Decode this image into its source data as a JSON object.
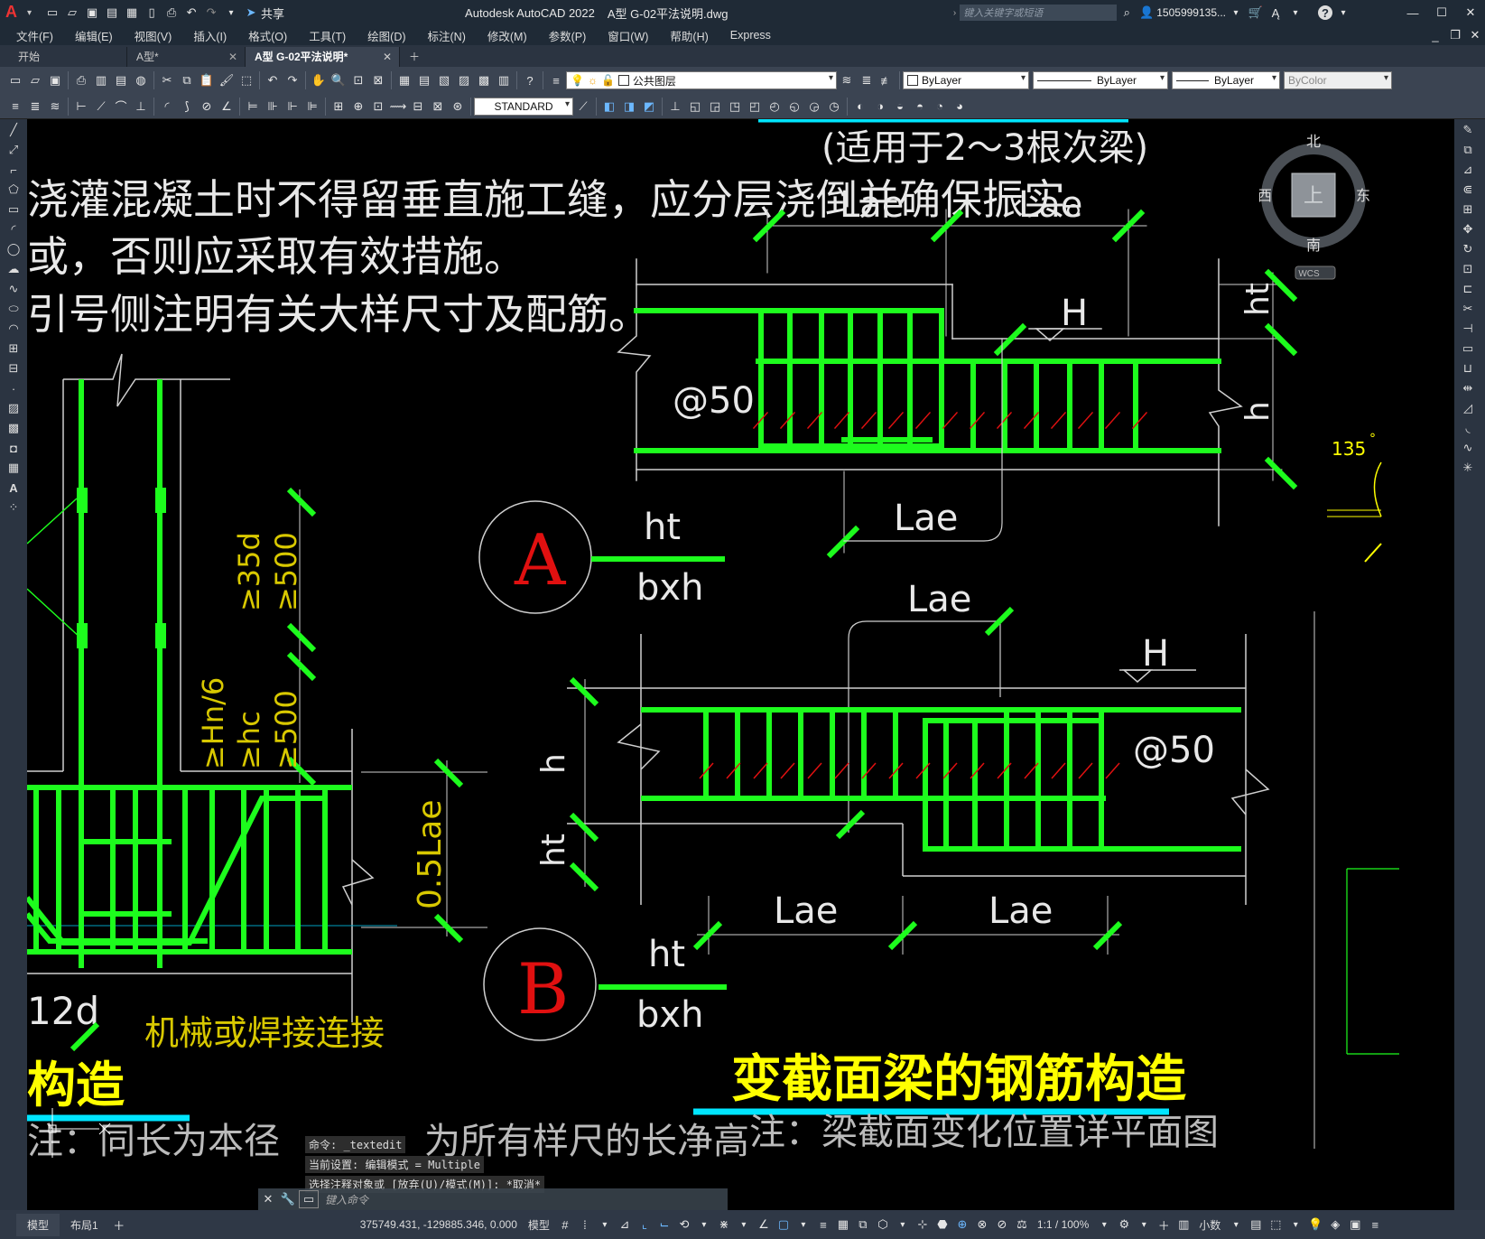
{
  "app": {
    "title": "Autodesk AutoCAD 2022",
    "document": "A型 G-02平法说明.dwg",
    "search_placeholder": "键入关键字或短语",
    "user": "1505999135...",
    "share_label": "共享"
  },
  "menu": [
    "文件(F)",
    "编辑(E)",
    "视图(V)",
    "插入(I)",
    "格式(O)",
    "工具(T)",
    "绘图(D)",
    "标注(N)",
    "修改(M)",
    "参数(P)",
    "窗口(W)",
    "帮助(H)",
    "Express"
  ],
  "tabs": [
    {
      "label": "开始"
    },
    {
      "label": "A型*"
    },
    {
      "label": "A型 G-02平法说明*"
    }
  ],
  "toolbar": {
    "layer": "公共图层",
    "color": "ByLayer",
    "linetype": "ByLayer",
    "lineweight": "ByLayer",
    "plotstyle": "ByColor",
    "textstyle": "STANDARD"
  },
  "viewcube": {
    "north": "北",
    "south": "南",
    "east": "东",
    "west": "西",
    "top": "上",
    "wcs": "WCS"
  },
  "drawing": {
    "applies_note": "(适用于2～3根次梁)",
    "note_line1": "浇灌混凝土时不得留垂直施工缝，应分层浇倒并确保振实。",
    "note_line2": "或，否则应采取有效措施。",
    "note_line3": "引号侧注明有关大样尺寸及配筋。",
    "lae": "Lae",
    "H": "H",
    "at50": "@50",
    "ht": "ht",
    "h": "h",
    "bxh": "bxh",
    "label_a": "A",
    "label_b": "B",
    "angle": "135",
    "angle_unit": "°",
    "dim_35d": "≥35d",
    "dim_500a": "≥500",
    "dim_hn6": "≥Hn/6",
    "dim_hc": "≥hc",
    "dim_500b": "≥500",
    "half_lae": "0.5Lae",
    "twelve_d": "12d",
    "mech_weld": "机械或焊接连接",
    "title_left": "构造",
    "title_right": "变截面梁的钢筋构造",
    "bottom_note_left": "注：同长为本径",
    "bottom_note_right": "注：梁截面变化位置详平面图",
    "bottom_note_mid": "为所有样尺的长净高"
  },
  "command": {
    "history": [
      "命令: _textedit",
      "当前设置: 编辑模式 = Multiple",
      "选择注释对象或 [放弃(U)/模式(M)]: *取消*"
    ],
    "placeholder": "键入命令"
  },
  "status": {
    "model_tab": "模型",
    "layout_tab": "布局1",
    "coords": "375749.431, -129885.346, 0.000",
    "model_label": "模型",
    "scale": "1:1 / 100%",
    "units": "小数"
  },
  "colors": {
    "rebar": "#1dfc1d",
    "text_white": "#e8e8e8",
    "text_yellow": "#ffff00",
    "dim_yellow": "#d8c800",
    "red": "#e01010",
    "cyan": "#00e5ff",
    "dim_line": "#cfcfcf"
  }
}
